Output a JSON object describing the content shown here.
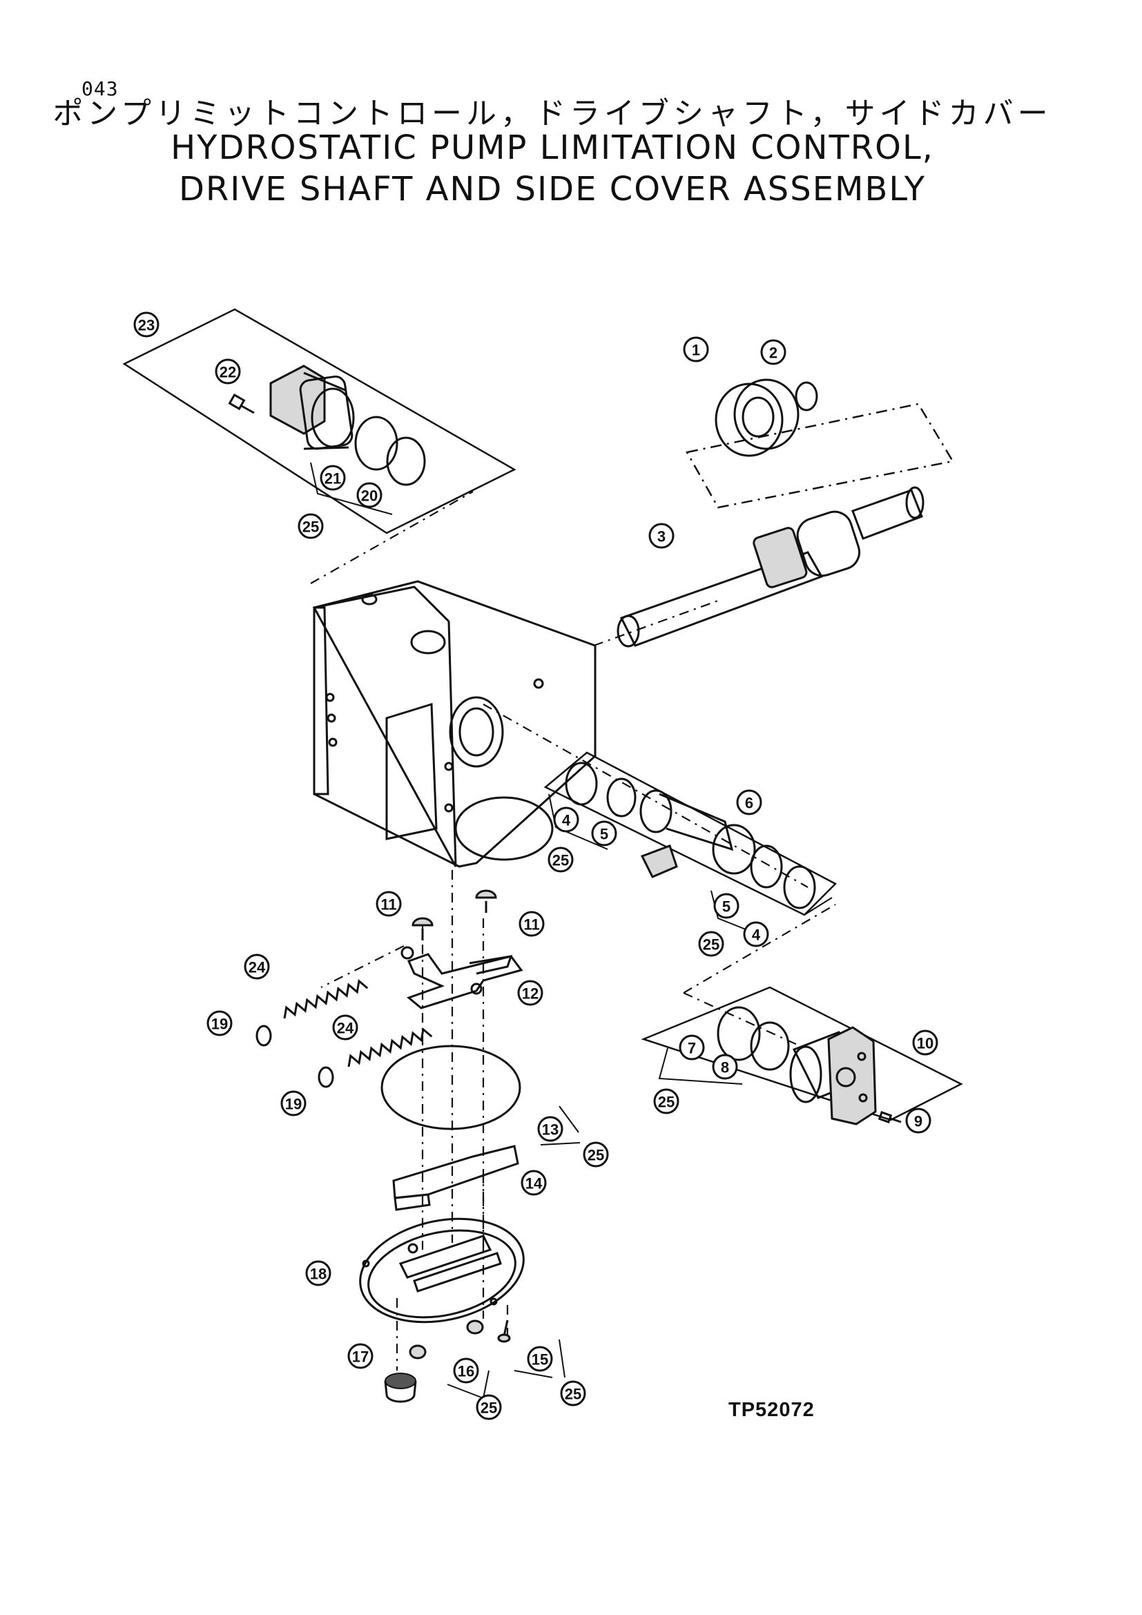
{
  "page_number": "043",
  "title_jp": "ポンプリミットコントロール，ドライブシャフト，サイドカバー",
  "title_en_line1": "HYDROSTATIC PUMP LIMITATION CONTROL,",
  "title_en_line2": "DRIVE SHAFT AND SIDE COVER ASSEMBLY",
  "drawing_code": "TP52072",
  "callouts": [
    "1",
    "2",
    "3",
    "4",
    "5",
    "6",
    "7",
    "8",
    "9",
    "10",
    "11",
    "12",
    "13",
    "14",
    "15",
    "16",
    "17",
    "18",
    "19",
    "20",
    "21",
    "22",
    "23",
    "24",
    "25"
  ]
}
